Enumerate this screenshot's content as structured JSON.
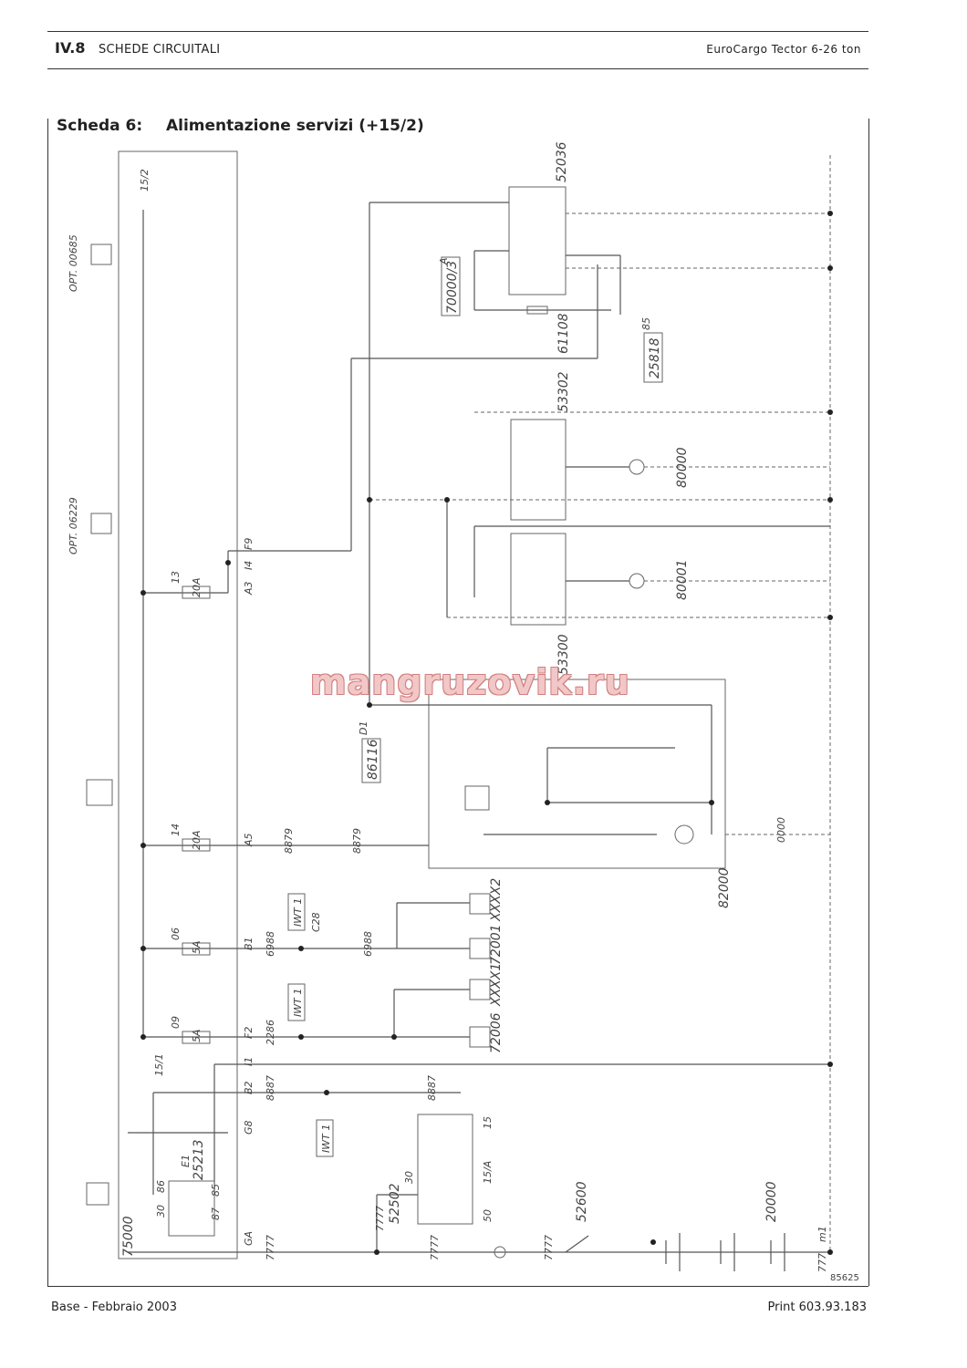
{
  "header": {
    "section_number": "IV.8",
    "section_title": "SCHEDE CIRCUITALI",
    "book_title": "EuroCargo Tector 6-26 ton"
  },
  "sheet": {
    "label": "Scheda 6:",
    "title": "Alimentazione servizi (+15/2)"
  },
  "diagram": {
    "supply_line": "15/2",
    "options": [
      "OPT. 00685",
      "OPT. 06229"
    ],
    "component_codes": [
      "52036",
      "70000/3",
      "61108",
      "25818",
      "53302",
      "80000",
      "80001",
      "53300",
      "86116",
      "82000",
      "72001",
      "XXXX2",
      "72006",
      "XXXX1",
      "25213",
      "75000",
      "52502",
      "52600",
      "20000",
      "IWT 1"
    ],
    "fuses": [
      "13",
      "20A",
      "14",
      "20A",
      "06",
      "5A",
      "09",
      "5A"
    ],
    "connectors": [
      "F9",
      "I4",
      "A3",
      "A5",
      "B1",
      "F2",
      "I1",
      "B2",
      "G8",
      "GA",
      "D1"
    ],
    "wires": [
      "8879",
      "0000",
      "6988",
      "2286",
      "8887",
      "7777"
    ],
    "relay_pins": [
      "30",
      "86",
      "85",
      "87",
      "E1"
    ],
    "other_labels": [
      "15/1",
      "m1",
      "777",
      "A",
      "85",
      "15",
      "15/A",
      "50",
      "C28"
    ]
  },
  "watermark": "mangruzovik.ru",
  "figure_number": "85625",
  "footer": {
    "left": "Base - Febbraio 2003",
    "right": "Print 603.93.183"
  }
}
